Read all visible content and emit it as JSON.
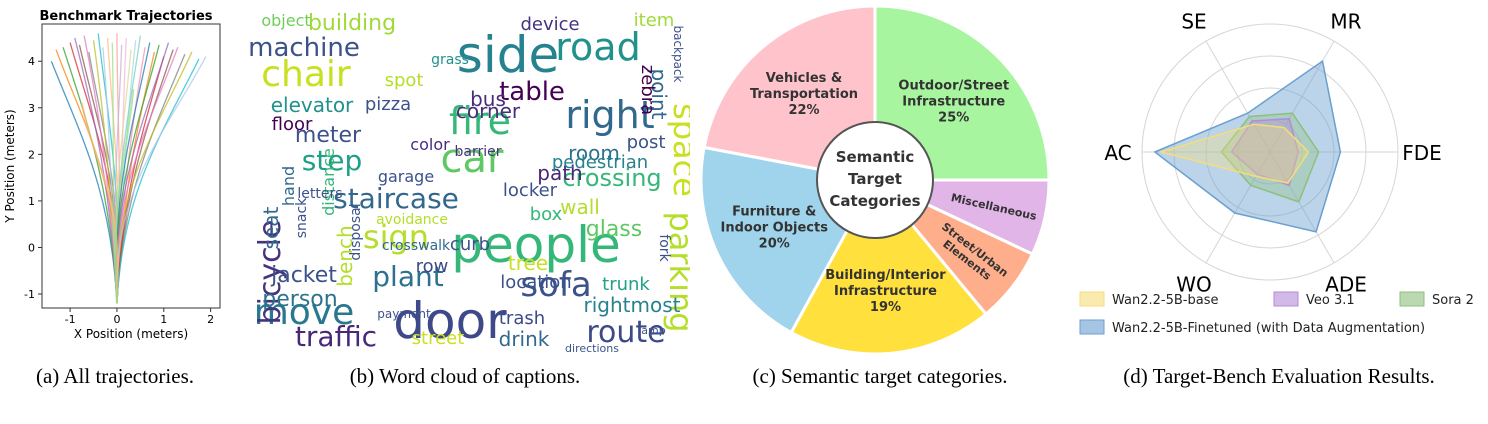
{
  "captions": {
    "a": "(a) All trajectories.",
    "b": "(b) Word cloud of captions.",
    "c": "(c) Semantic target categories.",
    "d": "(d) Target-Bench Evaluation Results."
  },
  "chart_data": [
    {
      "type": "line",
      "title": "Benchmark Trajectories",
      "xlabel": "X Position (meters)",
      "ylabel": "Y Position (meters)",
      "xlim": [
        -1.6,
        2.2
      ],
      "ylim": [
        -1.3,
        4.8
      ],
      "xticks": [
        "-1",
        "0",
        "1",
        "2"
      ],
      "yticks": [
        "-1",
        "0",
        "1",
        "2",
        "3",
        "4"
      ],
      "start": [
        0,
        -1.2
      ],
      "endpoints_x": [
        -1.4,
        -1.3,
        -1.15,
        -1.0,
        -0.9,
        -0.8,
        -0.7,
        -0.6,
        -0.5,
        -0.4,
        -0.3,
        -0.2,
        -0.1,
        0.0,
        0.1,
        0.2,
        0.3,
        0.4,
        0.5,
        0.6,
        0.7,
        0.8,
        0.9,
        1.0,
        1.1,
        1.2,
        1.3,
        1.45,
        1.6,
        1.75,
        1.9,
        -0.75,
        0.35
      ],
      "endpoints_y": [
        4.0,
        4.25,
        4.3,
        4.4,
        4.5,
        4.35,
        4.55,
        4.2,
        4.45,
        4.6,
        4.3,
        4.5,
        4.4,
        4.6,
        4.35,
        4.5,
        4.25,
        4.45,
        4.55,
        4.3,
        4.4,
        4.2,
        4.35,
        4.1,
        4.4,
        4.25,
        4.3,
        4.15,
        4.2,
        4.05,
        4.1,
        3.1,
        3.4
      ]
    },
    {
      "type": "other",
      "words": [
        {
          "text": "side",
          "size": 50,
          "color": "#26828e"
        },
        {
          "text": "door",
          "size": 50,
          "color": "#3e4989"
        },
        {
          "text": "people",
          "size": 50,
          "color": "#35b779"
        },
        {
          "text": "road",
          "size": 38,
          "color": "#21918c"
        },
        {
          "text": "car",
          "size": 40,
          "color": "#5ec962"
        },
        {
          "text": "right",
          "size": 38,
          "color": "#31688e"
        },
        {
          "text": "fire",
          "size": 38,
          "color": "#35b779"
        },
        {
          "text": "chair",
          "size": 36,
          "color": "#c8e020"
        },
        {
          "text": "move",
          "size": 36,
          "color": "#2a788e"
        },
        {
          "text": "space",
          "size": 32,
          "color": "#c8e020"
        },
        {
          "text": "parking",
          "size": 32,
          "color": "#b5de2b"
        },
        {
          "text": "sofa",
          "size": 34,
          "color": "#3b528b"
        },
        {
          "text": "route",
          "size": 30,
          "color": "#3e4989"
        },
        {
          "text": "staircase",
          "size": 28,
          "color": "#31688e"
        },
        {
          "text": "sign",
          "size": 32,
          "color": "#b5de2b"
        },
        {
          "text": "bicycle",
          "size": 30,
          "color": "#46327e"
        },
        {
          "text": "machine",
          "size": 26,
          "color": "#3b528b"
        },
        {
          "text": "table",
          "size": 26,
          "color": "#440154"
        },
        {
          "text": "step",
          "size": 28,
          "color": "#1fa187"
        },
        {
          "text": "crossing",
          "size": 24,
          "color": "#35b779"
        },
        {
          "text": "plant",
          "size": 28,
          "color": "#2c728e"
        },
        {
          "text": "traffic",
          "size": 28,
          "color": "#482878"
        },
        {
          "text": "jacket",
          "size": 22,
          "color": "#3b528b"
        },
        {
          "text": "person",
          "size": 22,
          "color": "#2c728e"
        },
        {
          "text": "meter",
          "size": 22,
          "color": "#3b528b"
        },
        {
          "text": "elevator",
          "size": 20,
          "color": "#21918c"
        },
        {
          "text": "building",
          "size": 22,
          "color": "#a0da39"
        },
        {
          "text": "object",
          "size": 16,
          "color": "#6ece58"
        },
        {
          "text": "device",
          "size": 18,
          "color": "#46327e"
        },
        {
          "text": "item",
          "size": 18,
          "color": "#a0da39"
        },
        {
          "text": "bus",
          "size": 20,
          "color": "#472d7b"
        },
        {
          "text": "room",
          "size": 20,
          "color": "#2c728e"
        },
        {
          "text": "corner",
          "size": 20,
          "color": "#472d7b"
        },
        {
          "text": "pizza",
          "size": 18,
          "color": "#3b528b"
        },
        {
          "text": "spot",
          "size": 18,
          "color": "#b5de2b"
        },
        {
          "text": "floor",
          "size": 18,
          "color": "#440154"
        },
        {
          "text": "post",
          "size": 18,
          "color": "#3b528b"
        },
        {
          "text": "point",
          "size": 20,
          "color": "#31688e"
        },
        {
          "text": "zebra",
          "size": 18,
          "color": "#440154"
        },
        {
          "text": "path",
          "size": 20,
          "color": "#482878"
        },
        {
          "text": "pedestrian",
          "size": 18,
          "color": "#26828e"
        },
        {
          "text": "color",
          "size": 16,
          "color": "#472d7b"
        },
        {
          "text": "barrier",
          "size": 14,
          "color": "#46327e"
        },
        {
          "text": "garage",
          "size": 16,
          "color": "#3b528b"
        },
        {
          "text": "locker",
          "size": 18,
          "color": "#3b528b"
        },
        {
          "text": "wall",
          "size": 20,
          "color": "#b5de2b"
        },
        {
          "text": "box",
          "size": 18,
          "color": "#35b779"
        },
        {
          "text": "glass",
          "size": 22,
          "color": "#5ec962"
        },
        {
          "text": "tree",
          "size": 20,
          "color": "#c8e020"
        },
        {
          "text": "curb",
          "size": 18,
          "color": "#3b528b"
        },
        {
          "text": "row",
          "size": 18,
          "color": "#3e4989"
        },
        {
          "text": "location",
          "size": 18,
          "color": "#3b528b"
        },
        {
          "text": "trunk",
          "size": 18,
          "color": "#1fa187"
        },
        {
          "text": "rightmost",
          "size": 20,
          "color": "#26828e"
        },
        {
          "text": "trash",
          "size": 18,
          "color": "#3e4989"
        },
        {
          "text": "drink",
          "size": 20,
          "color": "#31688e"
        },
        {
          "text": "street",
          "size": 18,
          "color": "#c8e020"
        },
        {
          "text": "seat",
          "size": 20,
          "color": "#31688e"
        },
        {
          "text": "bench",
          "size": 20,
          "color": "#b5de2b"
        },
        {
          "text": "distance",
          "size": 16,
          "color": "#35b779"
        },
        {
          "text": "hand",
          "size": 16,
          "color": "#31688e"
        },
        {
          "text": "snack",
          "size": 14,
          "color": "#3b528b"
        },
        {
          "text": "disposal",
          "size": 14,
          "color": "#3b528b"
        },
        {
          "text": "crosswalk",
          "size": 14,
          "color": "#31688e"
        },
        {
          "text": "avoidance",
          "size": 14,
          "color": "#b5de2b"
        },
        {
          "text": "letters",
          "size": 14,
          "color": "#3b528b"
        },
        {
          "text": "fork",
          "size": 14,
          "color": "#3b528b"
        },
        {
          "text": "grass",
          "size": 14,
          "color": "#21918c"
        },
        {
          "text": "backpack",
          "size": 12,
          "color": "#3b528b"
        },
        {
          "text": "payment",
          "size": 12,
          "color": "#3b528b"
        },
        {
          "text": "directions",
          "size": 11,
          "color": "#3b528b"
        },
        {
          "text": "lamp",
          "size": 11,
          "color": "#3b528b"
        }
      ]
    },
    {
      "type": "pie",
      "center_label": [
        "Semantic",
        "Target",
        "Categories"
      ],
      "slices": [
        {
          "name": "Outdoor/Street Infrastructure",
          "lines": [
            "Outdoor/Street",
            "Infrastructure"
          ],
          "value": 25,
          "label": "25%",
          "color": "#a8f5a0"
        },
        {
          "name": "Miscellaneous",
          "lines": [
            "Miscellaneous"
          ],
          "value": 7,
          "label": "",
          "color": "#e1b5e8"
        },
        {
          "name": "Street/Urban Elements",
          "lines": [
            "Street/Urban",
            "Elements"
          ],
          "value": 7,
          "label": "",
          "color": "#ffae8c"
        },
        {
          "name": "Building/Interior Infrastructure",
          "lines": [
            "Building/Interior",
            "Infrastructure"
          ],
          "value": 19,
          "label": "19%",
          "color": "#ffe03c"
        },
        {
          "name": "Furniture & Indoor Objects",
          "lines": [
            "Furniture &",
            "Indoor Objects"
          ],
          "value": 20,
          "label": "20%",
          "color": "#9fd4ec"
        },
        {
          "name": "Vehicles & Transportation",
          "lines": [
            "Vehicles &",
            "Transportation"
          ],
          "value": 22,
          "label": "22%",
          "color": "#ffc4cb"
        }
      ]
    },
    {
      "type": "radar",
      "axes": [
        "MR",
        "FDE",
        "ADE",
        "WO",
        "AC",
        "SE"
      ],
      "series": [
        {
          "name": "Wan2.2-5B-base",
          "color": "#f5dd7a",
          "values": [
            0.22,
            0.3,
            0.28,
            0.22,
            0.85,
            0.25
          ]
        },
        {
          "name": "Veo 3.1",
          "color": "#b48ad8",
          "values": [
            0.3,
            0.22,
            0.3,
            0.2,
            0.3,
            0.28
          ]
        },
        {
          "name": "Sora 2",
          "color": "#8cc07c",
          "values": [
            0.35,
            0.38,
            0.45,
            0.3,
            0.38,
            0.32
          ]
        },
        {
          "name": "Wan2.2-5B-Finetuned (with Data Augmentation)",
          "color": "#6a9fd0",
          "values": [
            0.82,
            0.55,
            0.72,
            0.55,
            0.9,
            0.35
          ]
        }
      ]
    }
  ]
}
